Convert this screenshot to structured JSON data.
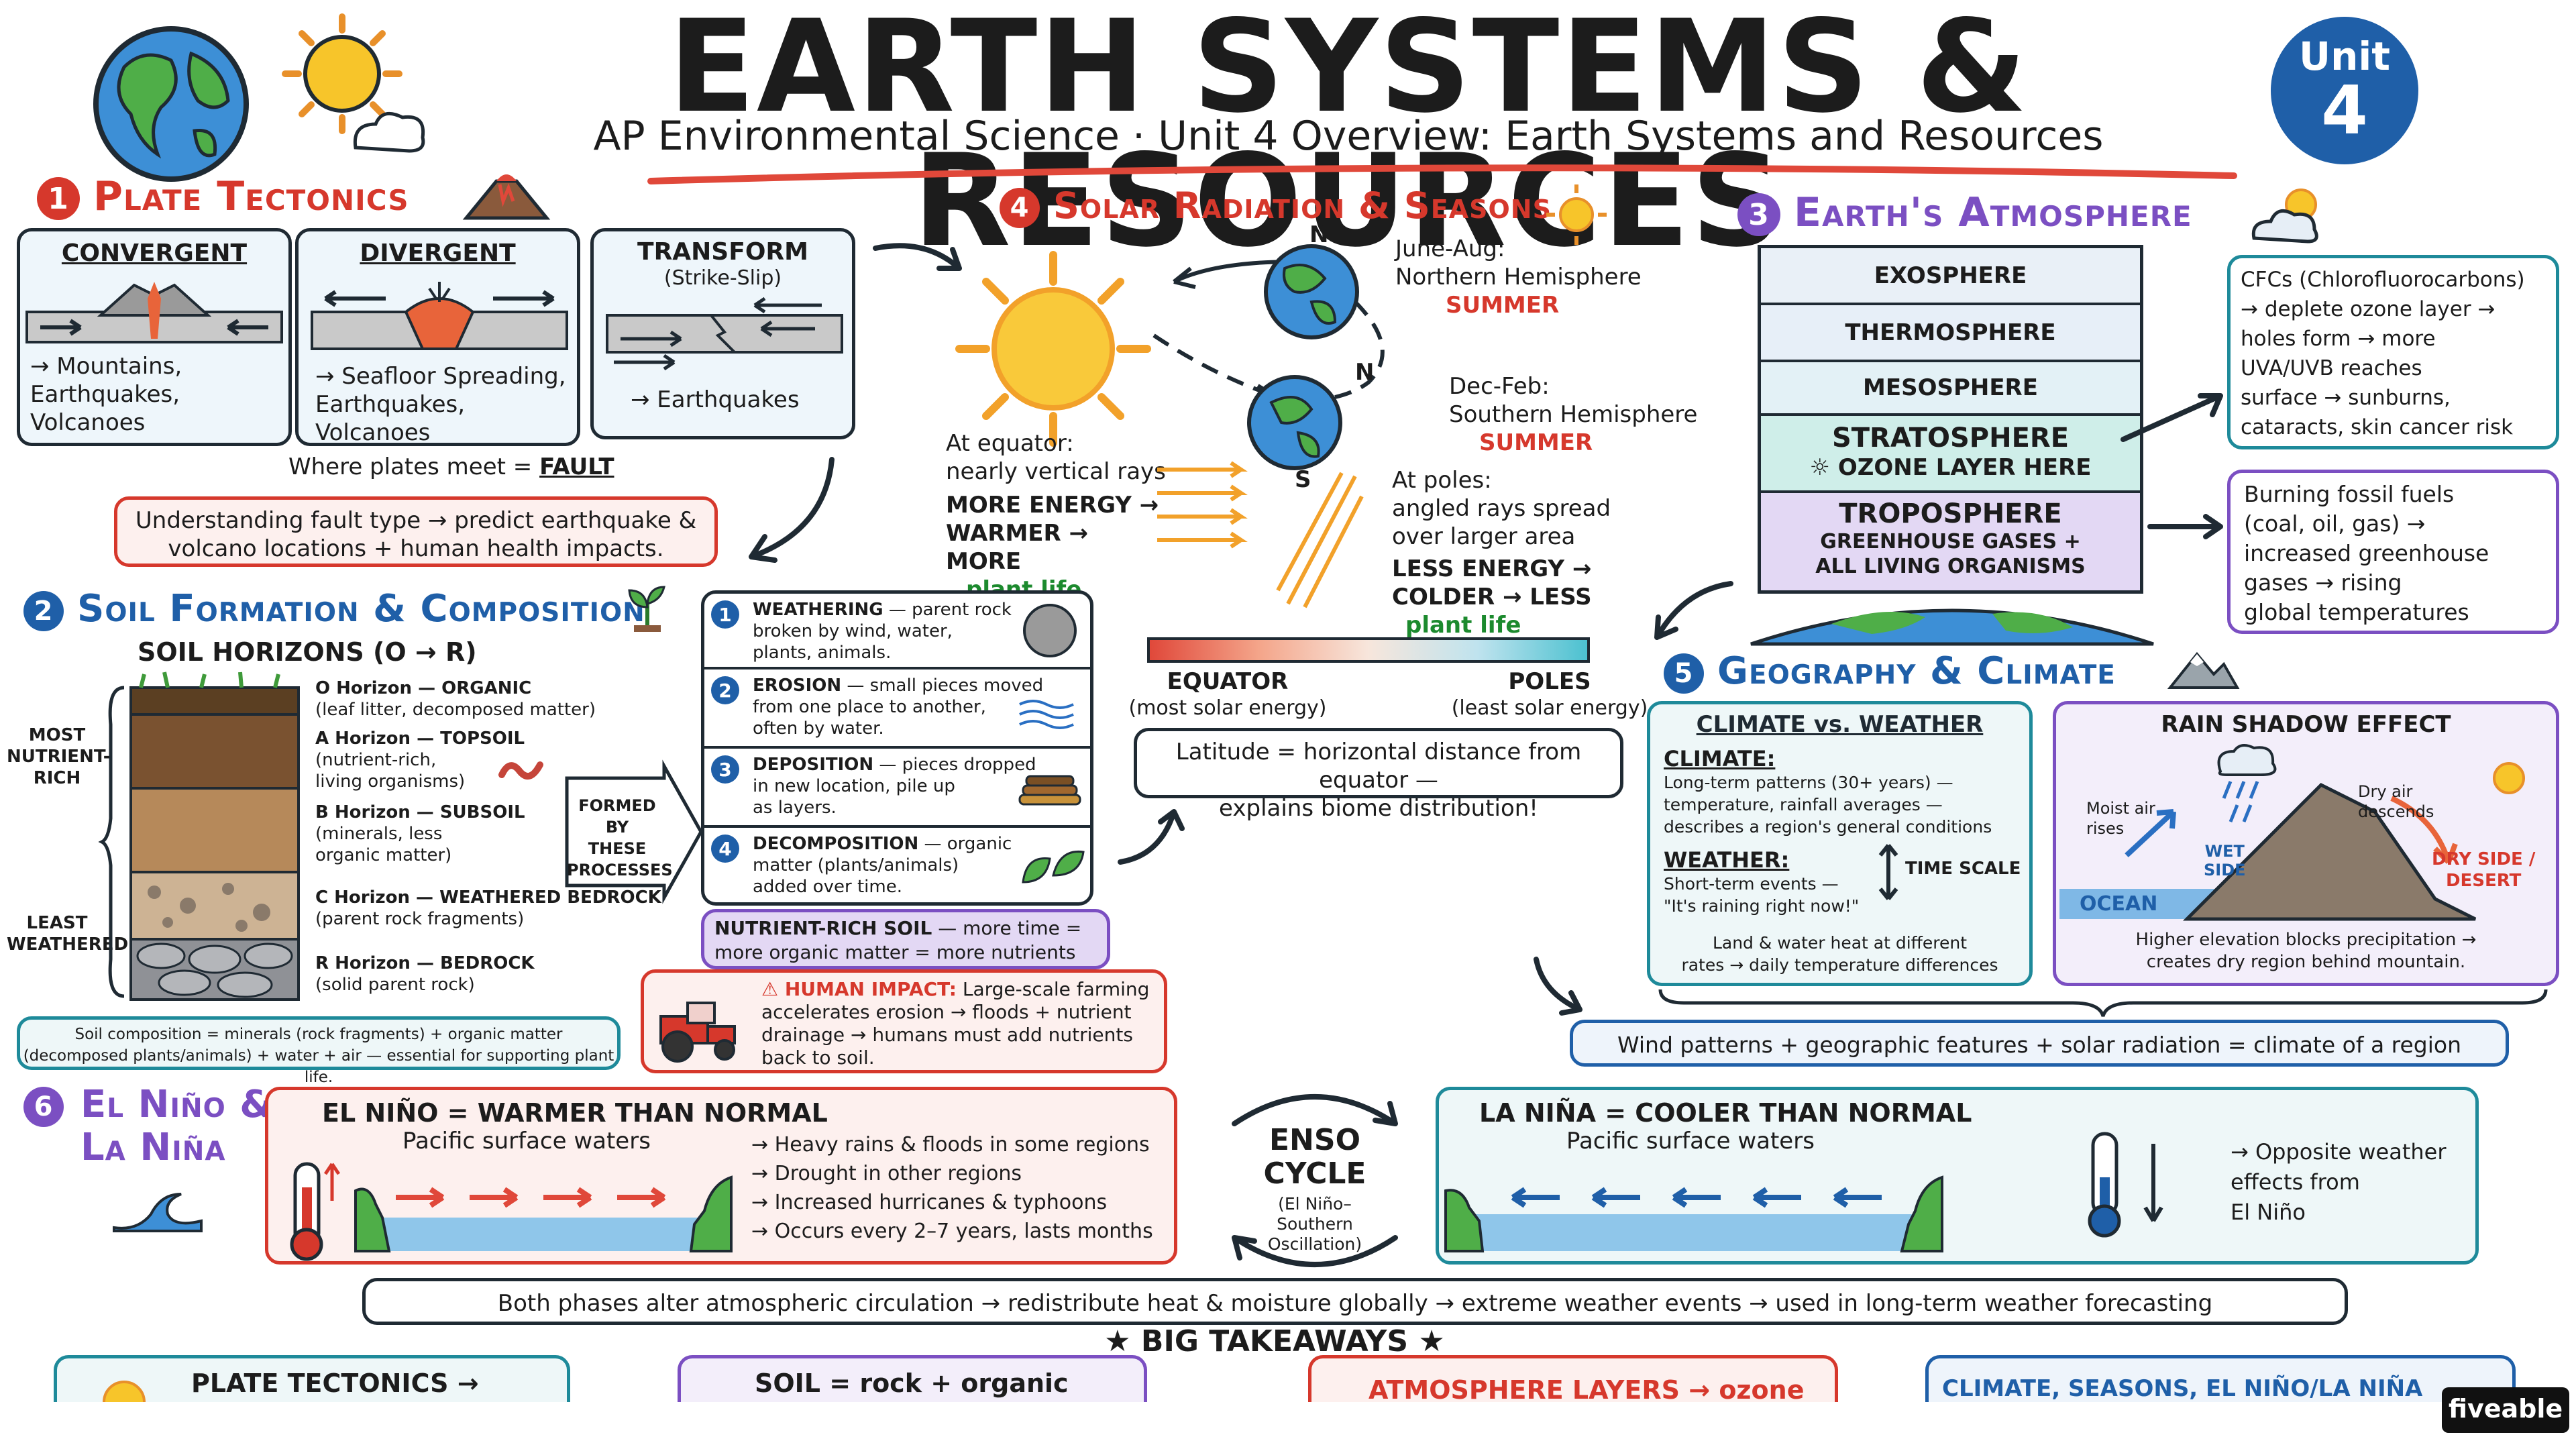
{
  "header": {
    "title": "EARTH SYSTEMS & RESOURCES",
    "subtitle": "AP Environmental Science · Unit 4 Overview: Earth Systems and Resources",
    "unit_badge": {
      "label": "Unit",
      "number": "4"
    }
  },
  "colors": {
    "red": "#d6382c",
    "orange": "#e8643a",
    "blue": "#1f5fa8",
    "purple": "#7b4fc2",
    "teal": "#1e8a9a",
    "green": "#1c8a2e"
  },
  "plate_tectonics": {
    "number": "1",
    "title": "Plate Tectonics",
    "boundaries": [
      {
        "name": "CONVERGENT",
        "sub": "",
        "effect": "→ Mountains,\nEarthquakes,\nVolcanoes"
      },
      {
        "name": "DIVERGENT",
        "sub": "",
        "effect": "→ Seafloor Spreading,\nEarthquakes,\nVolcanoes"
      },
      {
        "name": "TRANSFORM",
        "sub": "(Strike-Slip)",
        "effect": "→ Earthquakes"
      }
    ],
    "fault_note": {
      "text": "Where plates meet = ",
      "keyword": "FAULT"
    },
    "summary": "Understanding fault type → predict earthquake &\nvolcano locations + human health impacts."
  },
  "solar": {
    "number": "4",
    "title": "Solar Radiation & Seasons",
    "june": {
      "label": "June-Aug:\nNorthern Hemisphere",
      "season": "SUMMER"
    },
    "dec": {
      "label": "Dec-Feb:\nSouthern Hemisphere",
      "season": "SUMMER"
    },
    "equator_text": "At equator:\nnearly vertical rays",
    "equator_energy": "MORE ENERGY →\nWARMER → MORE",
    "equator_life": "plant life",
    "poles_text": "At poles:\nangled rays spread\nover larger area",
    "poles_energy": "LESS ENERGY →\nCOLDER → LESS",
    "poles_life": "plant life",
    "globe_n": "N",
    "globe_s": "S",
    "gradient_left": {
      "label": "EQUATOR",
      "sub": "(most solar energy)"
    },
    "gradient_right": {
      "label": "POLES",
      "sub": "(least solar energy)"
    },
    "latitude_note": "Latitude = horizontal distance from equator —\nexplains biome distribution!"
  },
  "atmosphere": {
    "number": "3",
    "title": "Earth's Atmosphere",
    "layers": [
      {
        "name": "EXOSPHERE",
        "note": "",
        "color": "#e9f0f7"
      },
      {
        "name": "THERMOSPHERE",
        "note": "",
        "color": "#e7eff8"
      },
      {
        "name": "MESOSPHERE",
        "note": "",
        "color": "#e3f1f6"
      },
      {
        "name": "STRATOSPHERE",
        "note": "☼ OZONE LAYER HERE",
        "color": "#cfeee9"
      },
      {
        "name": "TROPOSPHERE",
        "note": "GREENHOUSE GASES +\nALL LIVING ORGANISMS",
        "color": "#e3d8f4"
      }
    ],
    "cfc_note": "CFCs (Chlorofluorocarbons)\n→ deplete ozone layer →\nholes form → more\nUVA/UVB reaches\nsurface → sunburns,\ncataracts, skin cancer risk",
    "fossil_note": "Burning fossil fuels\n(coal, oil, gas) →\nincreased greenhouse\ngases → rising\nglobal temperatures"
  },
  "soil": {
    "number": "2",
    "title": "Soil Formation & Composition",
    "horizons_title": "SOIL HORIZONS (O → R)",
    "most_label": "MOST\nNUTRIENT-\nRICH",
    "least_label": "LEAST\nWEATHERED",
    "horizons": [
      {
        "name": "O Horizon — ORGANIC",
        "desc": "(leaf litter, decomposed matter)"
      },
      {
        "name": "A Horizon — TOPSOIL",
        "desc": "(nutrient-rich,\nliving organisms)"
      },
      {
        "name": "B Horizon — SUBSOIL",
        "desc": "(minerals, less\norganic matter)"
      },
      {
        "name": "C Horizon — WEATHERED BEDROCK",
        "desc": "(parent rock fragments)"
      },
      {
        "name": "R Horizon — BEDROCK",
        "desc": "(solid parent rock)"
      }
    ],
    "formed_by": "FORMED BY\nTHESE\nPROCESSES",
    "processes": [
      {
        "n": "1",
        "name": "WEATHERING",
        "desc": " — parent rock\nbroken by wind, water,\nplants, animals."
      },
      {
        "n": "2",
        "name": "EROSION",
        "desc": " — small pieces moved\nfrom one place to another,\noften by water."
      },
      {
        "n": "3",
        "name": "DEPOSITION",
        "desc": " — pieces dropped\nin new location, pile up\nas layers."
      },
      {
        "n": "4",
        "name": "DECOMPOSITION",
        "desc": " — organic\nmatter (plants/animals)\nadded over time."
      }
    ],
    "nutrient_title": "NUTRIENT-RICH SOIL",
    "nutrient_text": " — more time =\nmore organic matter = more nutrients",
    "composition": "Soil composition = minerals (rock fragments) + organic matter\n(decomposed plants/animals) + water + air — essential for supporting plant life.",
    "impact_title": "⚠ HUMAN IMPACT:",
    "impact_text": " Large-scale farming\naccelerates erosion → floods + nutrient\ndrainage → humans must add nutrients\nback to soil."
  },
  "geography": {
    "number": "5",
    "title": "Geography & Climate",
    "cvw_title": "CLIMATE vs. WEATHER",
    "climate_label": "CLIMATE:",
    "climate_text": "Long-term patterns (30+ years) —\ntemperature, rainfall averages —\ndescribes a region's general conditions",
    "weather_label": "WEATHER:",
    "weather_text": "Short-term events —\n\"It's raining right now!\"",
    "time_scale": "TIME SCALE",
    "land_water": "Land & water heat at different\nrates → daily temperature differences",
    "rain_title": "RAIN SHADOW EFFECT",
    "moist": "Moist air\nrises",
    "dry_air": "Dry air\ndescends",
    "wet_side": "WET\nSIDE",
    "dry_side": "DRY SIDE /\nDESERT",
    "ocean": "OCEAN",
    "rain_caption": "Higher elevation blocks precipitation →\ncreates dry region behind mountain.",
    "summary": "Wind patterns + geographic features + solar radiation = climate of a region"
  },
  "enso": {
    "number": "6",
    "title": "El Niño &\nLa Niña",
    "elnino_title": "EL NIÑO = WARMER THAN NORMAL",
    "elnino_sub": "Pacific surface waters",
    "elnino_effects": "→ Heavy rains & floods in some regions\n→ Drought in other regions\n→ Increased hurricanes & typhoons\n→ Occurs every 2–7 years, lasts months",
    "cycle_title": "ENSO\nCYCLE",
    "cycle_sub": "(El Niño–\nSouthern\nOscillation)",
    "lanina_title": "LA NIÑA = COOLER THAN NORMAL",
    "lanina_sub": "Pacific surface waters",
    "lanina_effects": "→ Opposite weather\neffects from\nEl Niño",
    "summary": "Both phases alter atmospheric circulation → redistribute heat & moisture globally → extreme weather events → used in long-term weather forecasting"
  },
  "takeaways": {
    "title": "★ BIG TAKEAWAYS ★",
    "items": [
      "PLATE TECTONICS →",
      "SOIL = rock + organic matter",
      "ATMOSPHERE LAYERS → ozone",
      "CLIMATE, SEASONS, EL NIÑO/LA NIÑA"
    ]
  },
  "brand": "fiveable"
}
